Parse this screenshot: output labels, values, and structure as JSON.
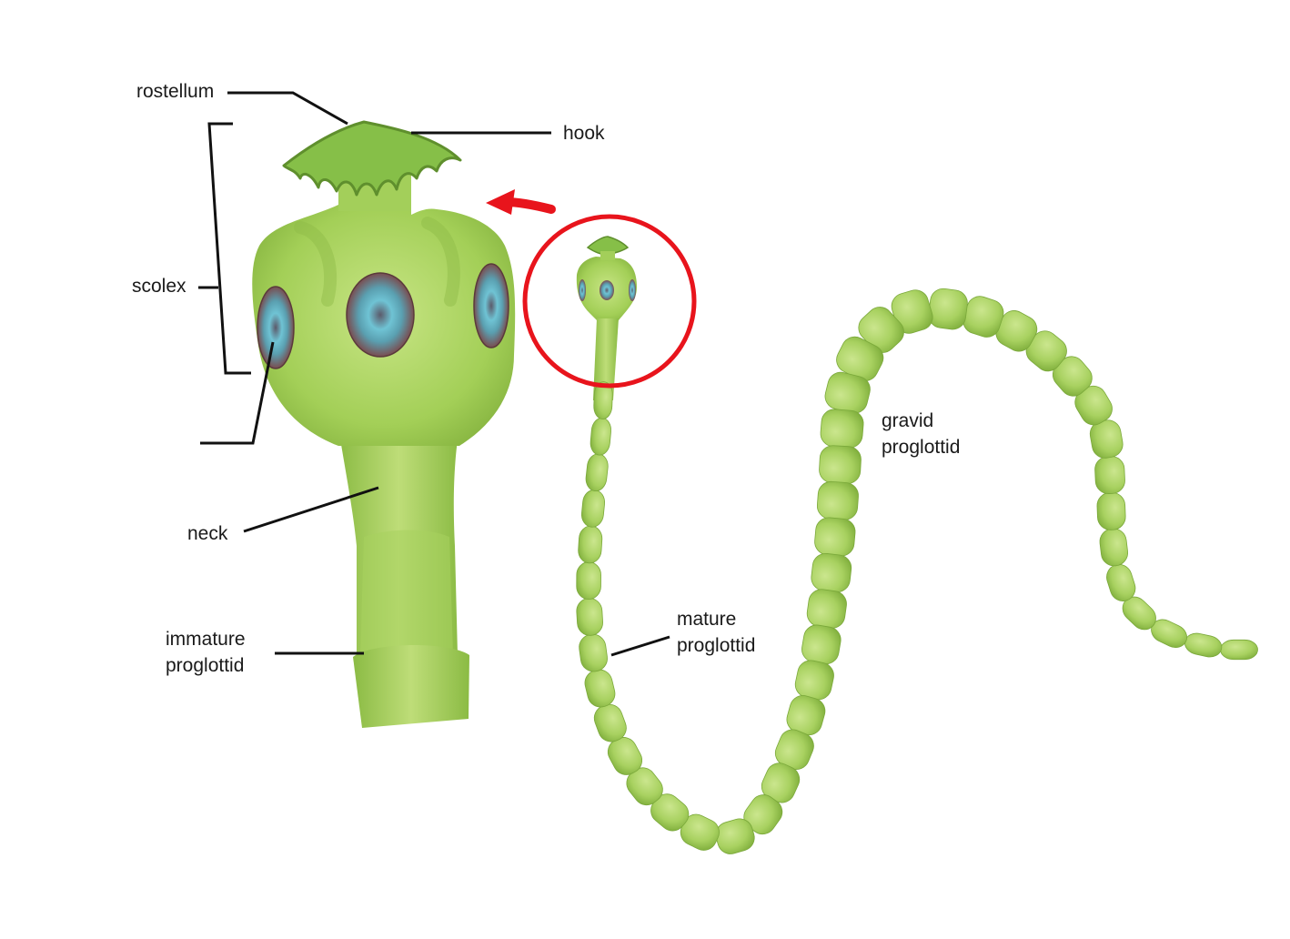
{
  "colors": {
    "body_light": "#c2e07e",
    "body_mid": "#9ccb4f",
    "body_dark": "#78a838",
    "hook_fill": "#8cc24a",
    "hook_stroke": "#5e8f2c",
    "sucker_center": "#5ab6c9",
    "sucker_edge": "#6a4b4e",
    "highlight_red": "#e8141c",
    "line": "#111111"
  },
  "labels": {
    "rostellum": "rostellum",
    "hook": "hook",
    "scolex": "scolex",
    "neck": "neck",
    "immature_1": "immature",
    "immature_2": "proglottid",
    "mature_1": "mature",
    "mature_2": "proglottid",
    "gravid_1": "gravid",
    "gravid_2": "proglottid"
  },
  "icons": [
    "zoom-circle",
    "pointer-arrow"
  ]
}
